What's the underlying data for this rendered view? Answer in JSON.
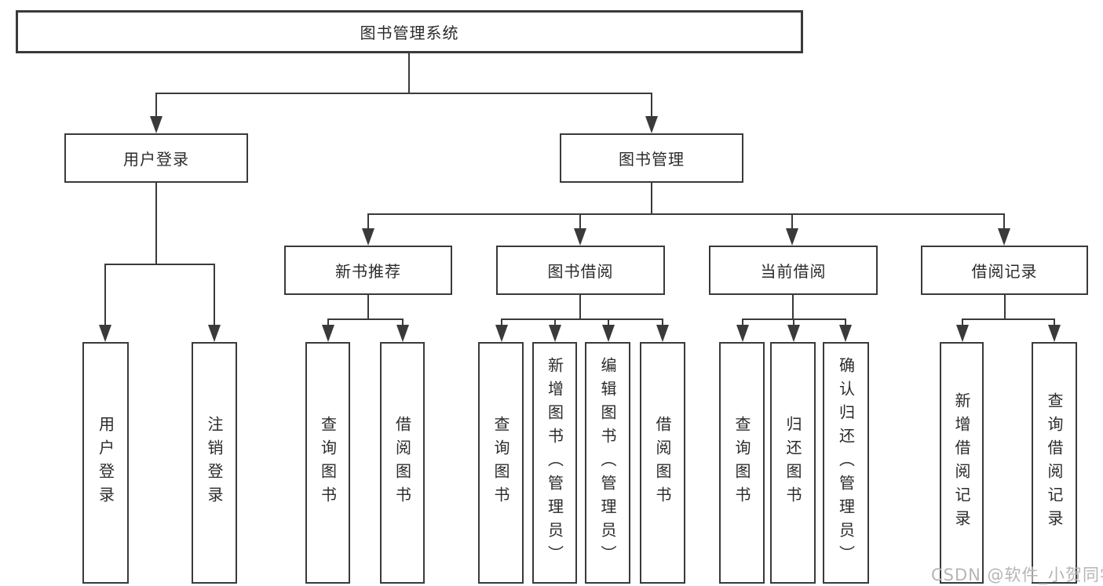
{
  "diagram_title": "图书管理系统",
  "nodes": {
    "root": "图书管理系统",
    "level2": {
      "user_login": "用户登录",
      "book_management": "图书管理"
    },
    "level3": {
      "new_book_recommend": "新书推荐",
      "book_borrow": "图书借阅",
      "current_borrow": "当前借阅",
      "borrow_record": "借阅记录"
    },
    "leaves": {
      "user_login": "用户登录",
      "logout": "注销登录",
      "recommend_query_book": "查询图书",
      "recommend_borrow_book": "借阅图书",
      "borrow_query_book": "查询图书",
      "borrow_add_book": "新增图书（管理员）",
      "borrow_edit_book": "编辑图书（管理员）",
      "borrow_borrow_book": "借阅图书",
      "current_query_book": "查询图书",
      "current_return_book": "归还图书",
      "current_confirm_return": "确认归还（管理员）",
      "record_add": "新增借阅记录",
      "record_query": "查询借阅记录"
    }
  },
  "watermark": "CSDN @软件_小贺同学",
  "colors": {
    "line": "#3a3a3a",
    "text": "#2b2b2b",
    "watermark": "#b5b5b5",
    "background": "#ffffff"
  }
}
